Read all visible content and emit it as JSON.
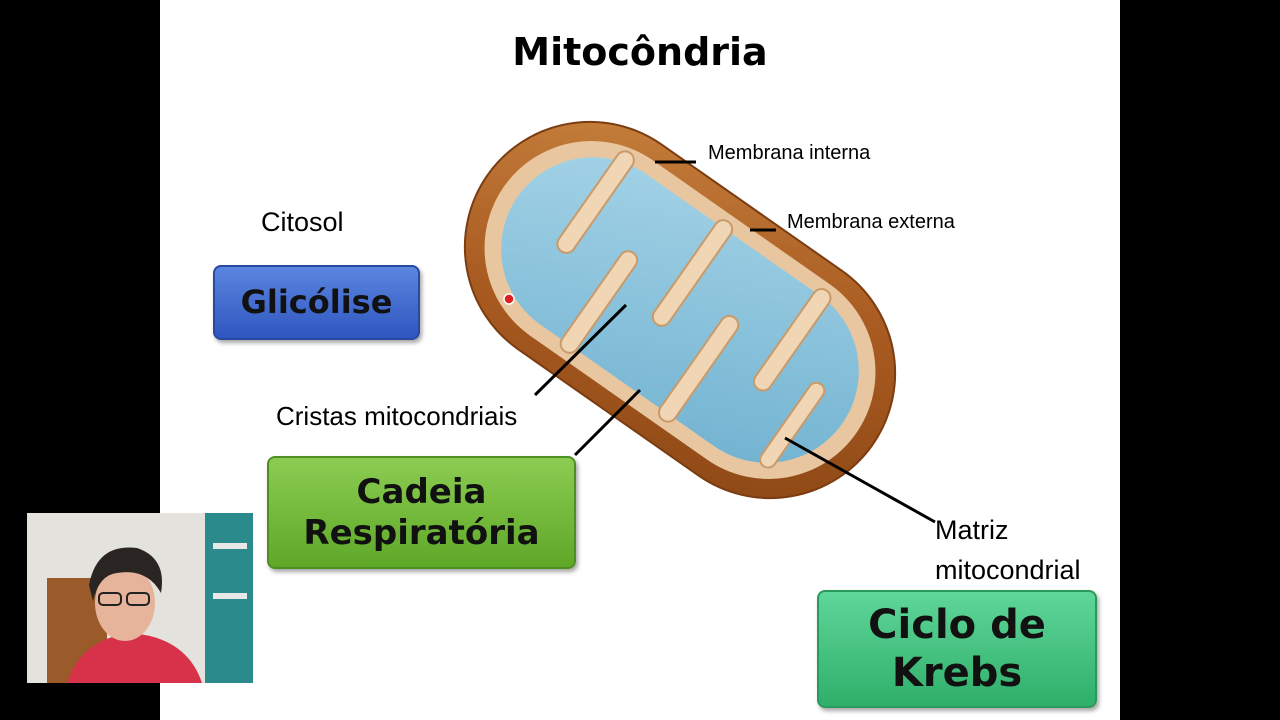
{
  "slide": {
    "title": "Mitocôndria",
    "labels": {
      "membrana_interna": "Membrana interna",
      "membrana_externa": "Membrana externa",
      "citosol": "Citosol",
      "cristas": "Cristas mitocondriais",
      "matriz_line1": "Matriz",
      "matriz_line2": "mitocondrial"
    },
    "boxes": {
      "glicolise": "Glicólise",
      "cadeia_line1": "Cadeia",
      "cadeia_line2": "Respiratória",
      "krebs_line1": "Ciclo de",
      "krebs_line2": "Krebs"
    }
  },
  "colors": {
    "glicolise": "#3d67cf",
    "cadeia": "#72b83b",
    "krebs": "#43c483",
    "outer_membrane": "#b86a2a",
    "matrix": "#8cc4dc"
  }
}
